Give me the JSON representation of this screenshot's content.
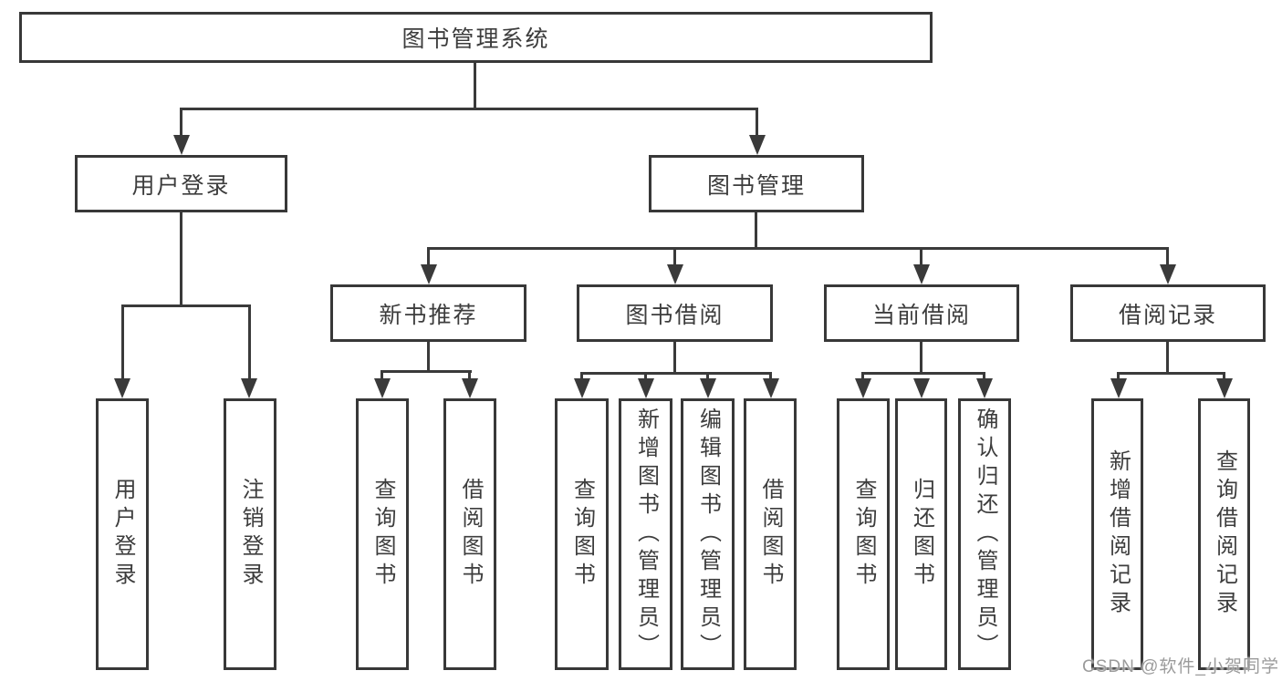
{
  "root": {
    "label": "图书管理系统"
  },
  "level2": [
    {
      "label": "用户登录"
    },
    {
      "label": "图书管理"
    }
  ],
  "level3": [
    {
      "label": "新书推荐"
    },
    {
      "label": "图书借阅"
    },
    {
      "label": "当前借阅"
    },
    {
      "label": "借阅记录"
    }
  ],
  "leaves": [
    {
      "label": "用户登录"
    },
    {
      "label": "注销登录"
    },
    {
      "label": "查询图书"
    },
    {
      "label": "借阅图书"
    },
    {
      "label": "查询图书"
    },
    {
      "label": "新增图书（管理员）"
    },
    {
      "label": "编辑图书（管理员）"
    },
    {
      "label": "借阅图书"
    },
    {
      "label": "查询图书"
    },
    {
      "label": "归还图书"
    },
    {
      "label": "确认归还（管理员）"
    },
    {
      "label": "新增借阅记录"
    },
    {
      "label": "查询借阅记录"
    }
  ],
  "watermark": {
    "text": "CSDN @软件_小贺同学"
  },
  "colors": {
    "line": "#3a3a3a",
    "text": "#3d3d3d",
    "background": "#ffffff",
    "watermark": "#9b9b9b"
  }
}
